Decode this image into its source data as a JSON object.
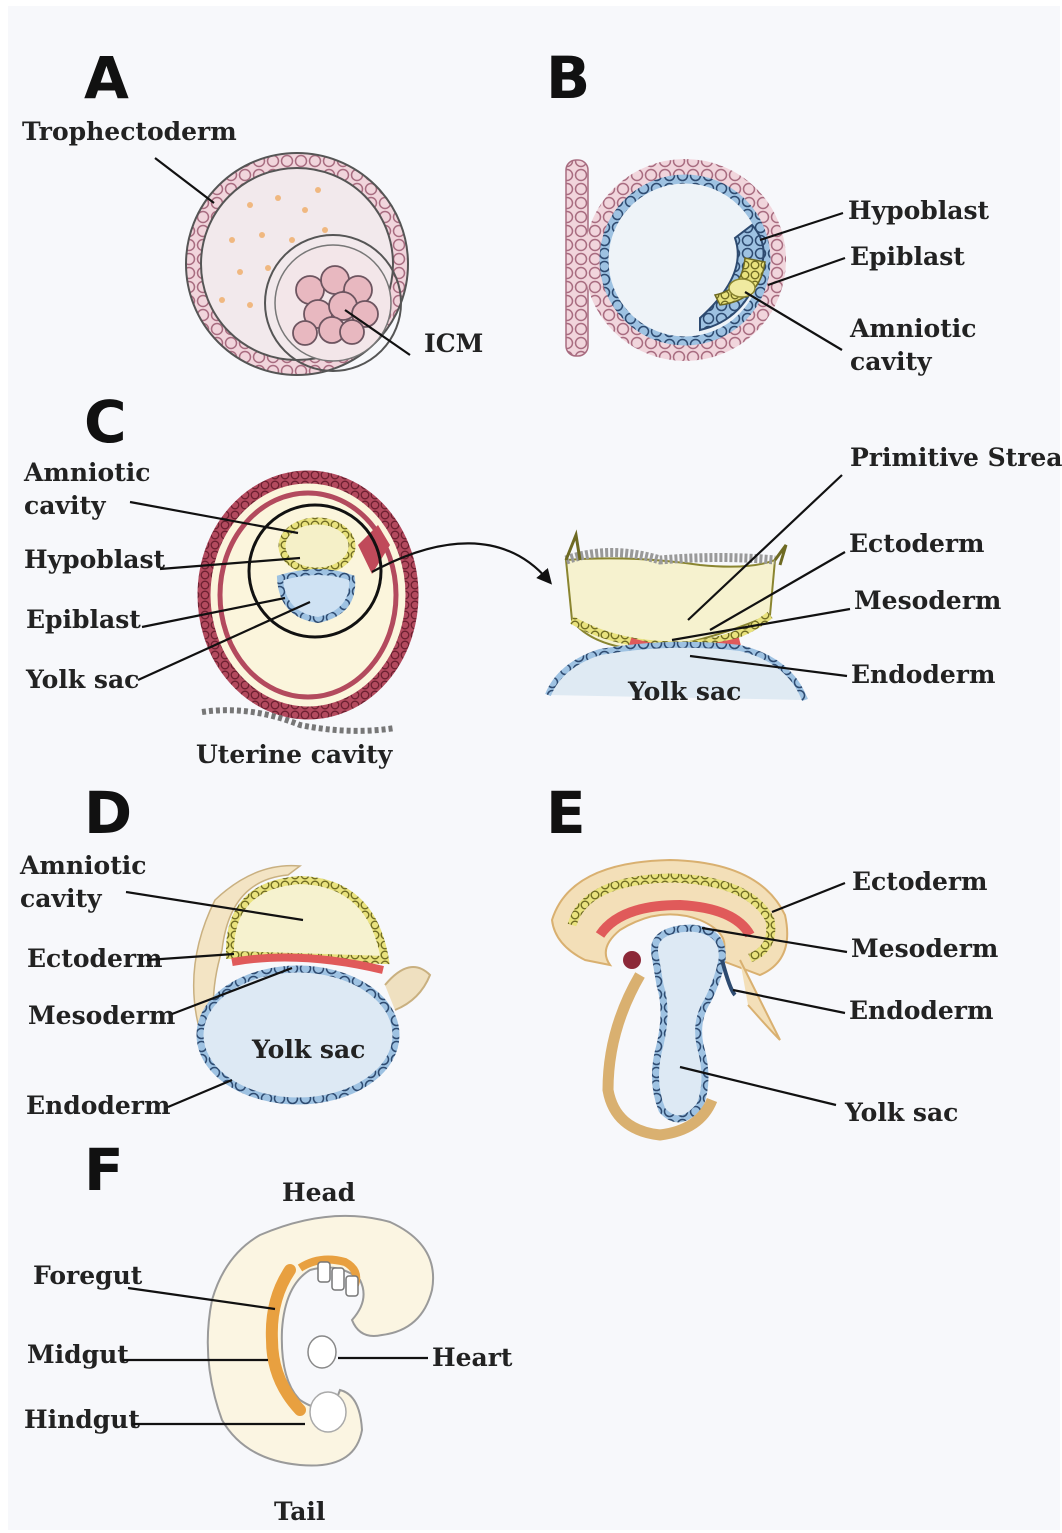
{
  "panels": {
    "A": {
      "letter": "A",
      "labels": {
        "trophectoderm": "Trophectoderm",
        "icm": "ICM"
      }
    },
    "B": {
      "letter": "B",
      "labels": {
        "hypoblast": "Hypoblast",
        "epiblast": "Epiblast",
        "amniotic_1": "Amniotic",
        "amniotic_2": "cavity"
      }
    },
    "C": {
      "letter": "C",
      "labels": {
        "amniotic_1": "Amniotic",
        "amniotic_2": "cavity",
        "hypoblast": "Hypoblast",
        "epiblast": "Epiblast",
        "yolk_sac": "Yolk sac",
        "uterine_cavity": "Uterine cavity",
        "primitive_streak": "Primitive Streak",
        "ectoderm": "Ectoderm",
        "mesoderm": "Mesoderm",
        "endoderm": "Endoderm",
        "yolk_sac_right": "Yolk sac"
      }
    },
    "D": {
      "letter": "D",
      "labels": {
        "amniotic_1": "Amniotic",
        "amniotic_2": "cavity",
        "ectoderm": "Ectoderm",
        "mesoderm": "Mesoderm",
        "yolk_sac": "Yolk sac",
        "endoderm": "Endoderm"
      }
    },
    "E": {
      "letter": "E",
      "labels": {
        "ectoderm": "Ectoderm",
        "mesoderm": "Mesoderm",
        "endoderm": "Endoderm",
        "yolk_sac": "Yolk sac"
      }
    },
    "F": {
      "letter": "F",
      "labels": {
        "head": "Head",
        "foregut": "Foregut",
        "midgut": "Midgut",
        "heart": "Heart",
        "hindgut": "Hindgut",
        "tail": "Tail"
      }
    }
  },
  "colors": {
    "trophectoderm": "#d9a0b0",
    "hypoblast": "#8bb6dc",
    "epiblast": "#e8e07a",
    "mesoderm": "#e05a5a",
    "endoderm": "#2f4a6e",
    "yolk_sac": "#dceaf5",
    "amniotic_cavity": "#f7f3d2",
    "uterine_wall": "#a43c52",
    "gut": "#e8a040"
  }
}
